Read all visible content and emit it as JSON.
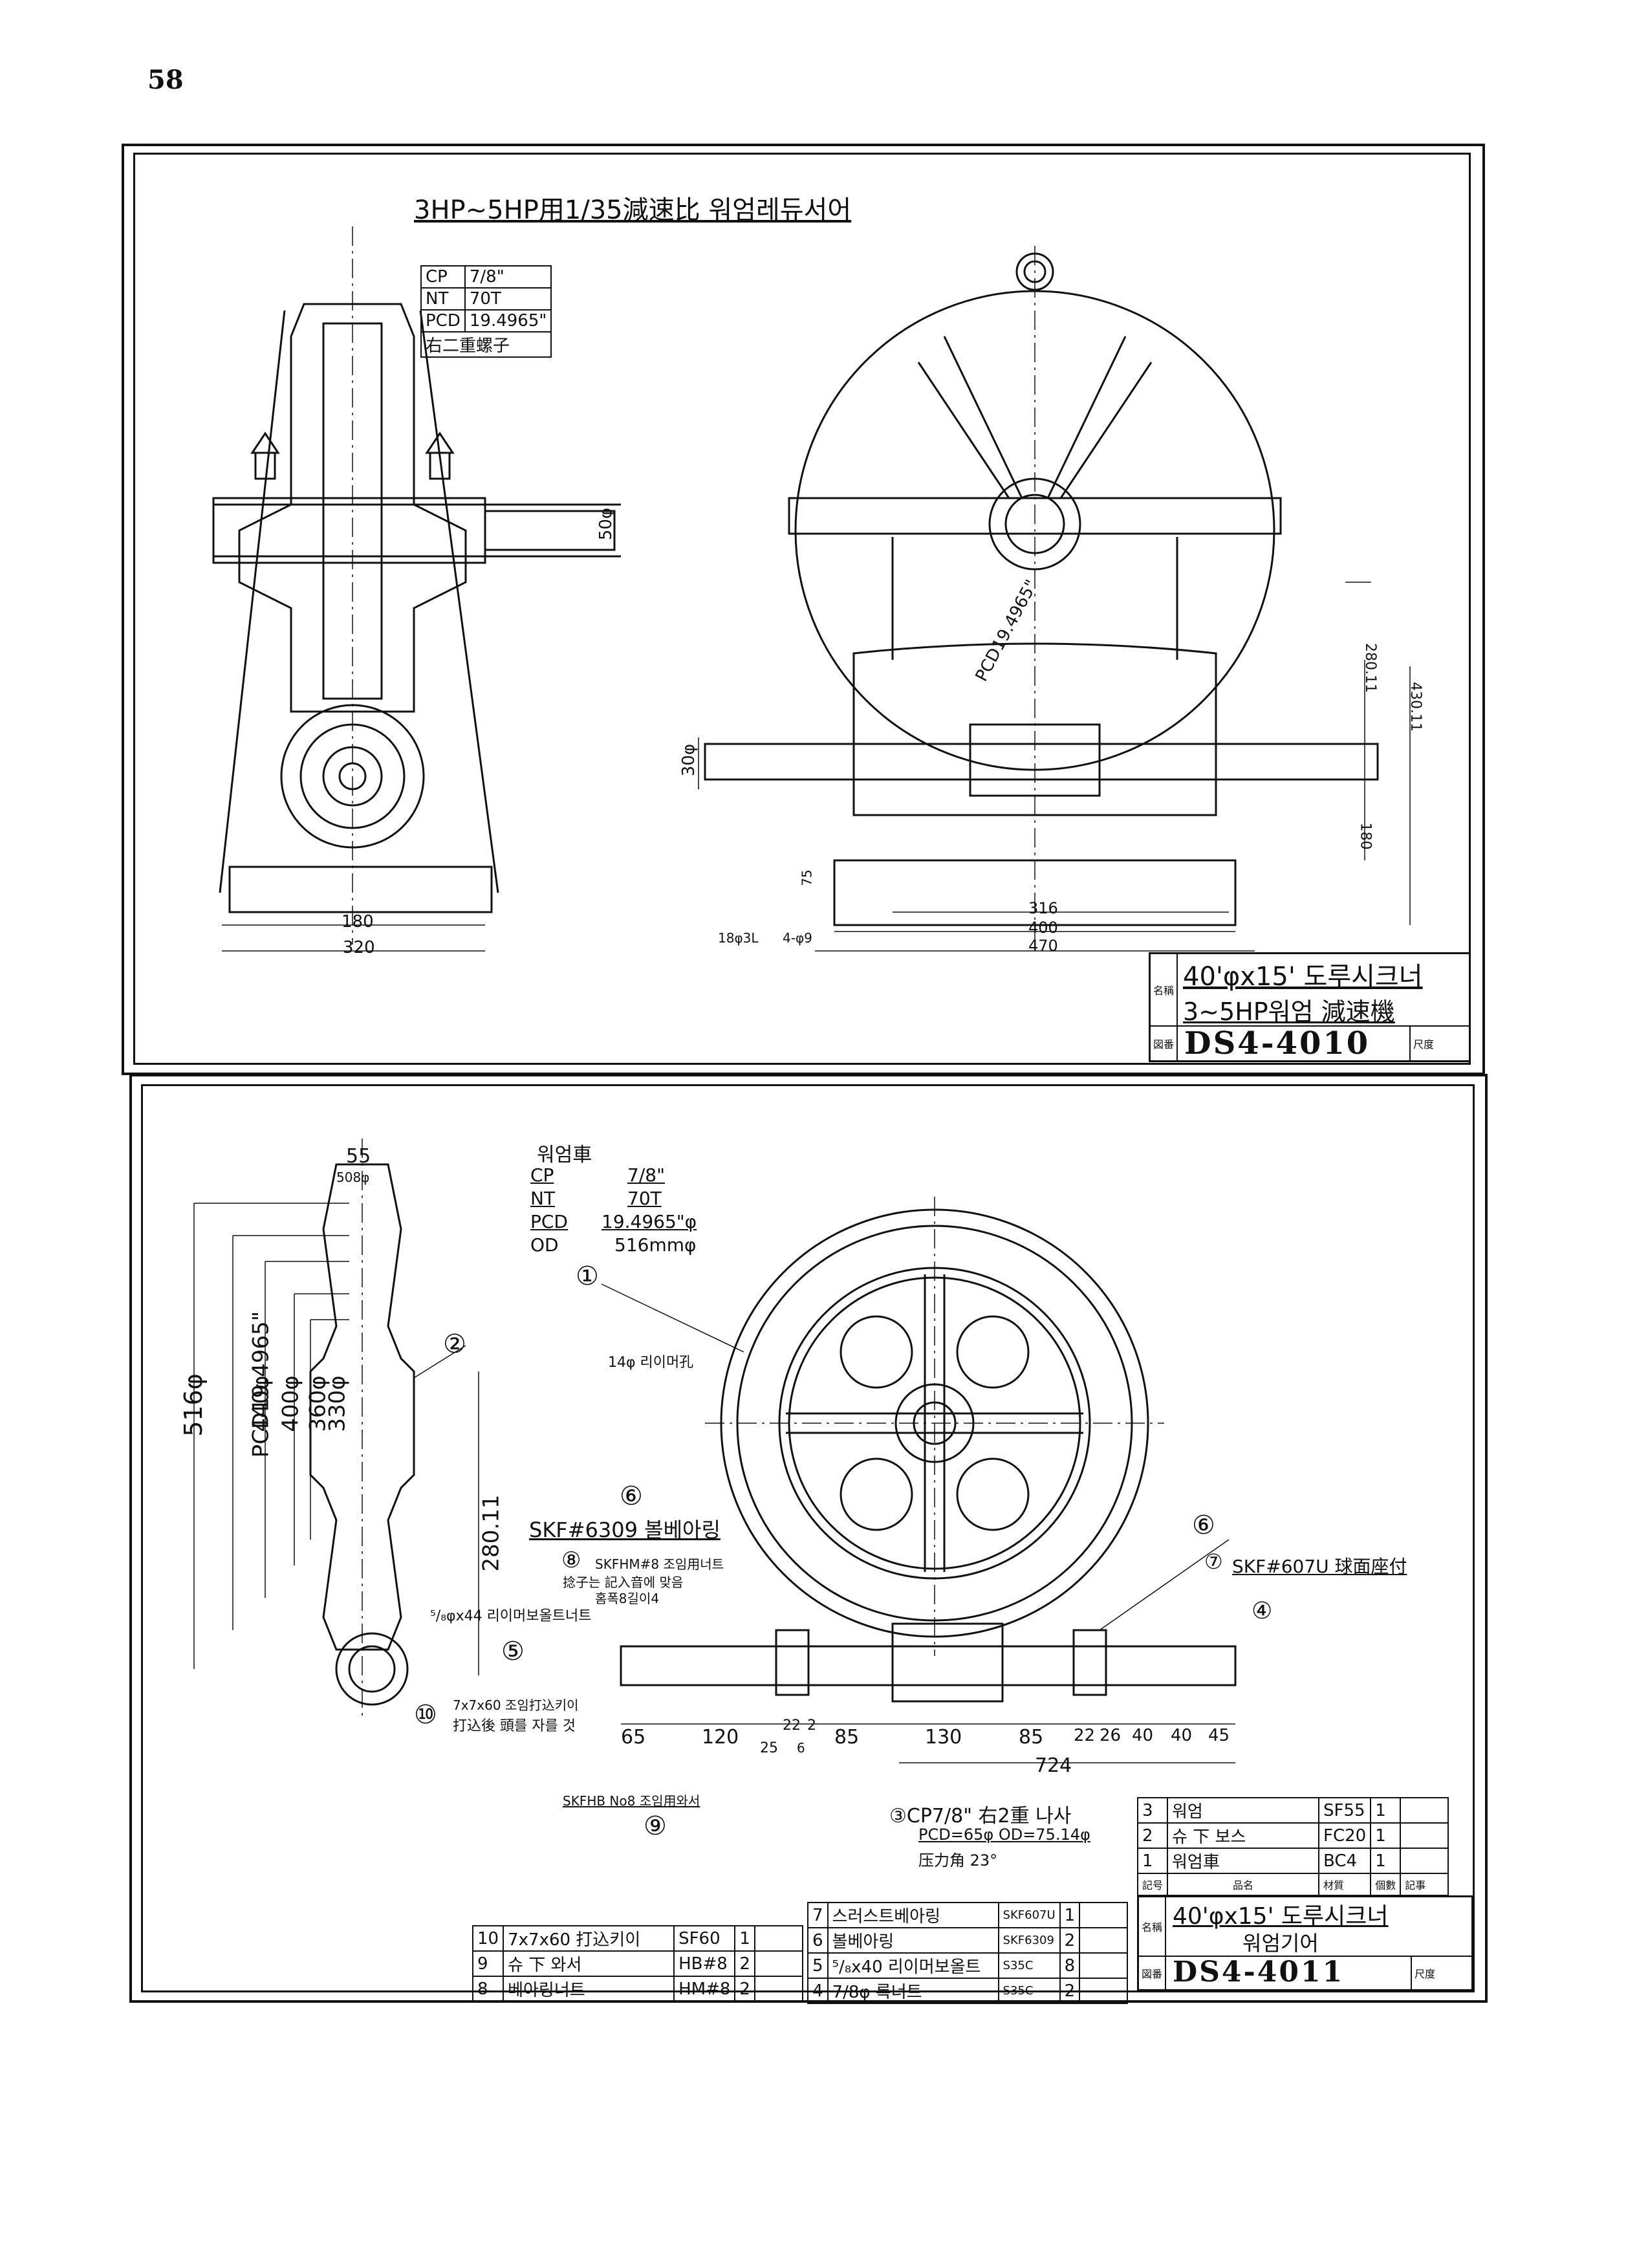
{
  "page_number": "58",
  "top_sheet": {
    "title": "3HP~5HP用1/35減速比 워엄레듀서어",
    "spec": [
      {
        "key": "CP",
        "value": "7/8\""
      },
      {
        "key": "NT",
        "value": "70T"
      },
      {
        "key": "PCD",
        "value": "19.4965\""
      },
      {
        "key": "",
        "value": "右二重螺子"
      }
    ],
    "dims": {
      "shaft_dia": "50φ",
      "left_shaft_dia": "30φ",
      "d180": "180",
      "d320": "320",
      "d316": "316",
      "d400": "400",
      "d470": "470",
      "h280": "280.11",
      "h430": "430.11",
      "h180": "180",
      "bolt": "18φ3L",
      "bolt2": "4-φ9",
      "pcd_label": "PCD19.4965\"",
      "d75": "75"
    },
    "titleblock": {
      "name_label": "名稱",
      "name1": "40'φx15' 도루시크너",
      "name2": "3~5HP워엄 減速機",
      "drawing_no_label": "図番",
      "drawing_no": "DS4-4010",
      "scale_label": "尺度"
    }
  },
  "bottom_sheet": {
    "spec_title": "워엄車",
    "spec": [
      {
        "key": "CP",
        "value": "7/8\""
      },
      {
        "key": "NT",
        "value": "70T"
      },
      {
        "key": "PCD",
        "value": "19.4965\"φ"
      },
      {
        "key": "OD",
        "value": "516mmφ"
      }
    ],
    "side_dims": [
      "516φ",
      "PCD19.4965\"",
      "440φ",
      "400φ",
      "360φ",
      "330φ",
      "280.11",
      "55",
      "508φ"
    ],
    "callouts": [
      {
        "num": "①",
        "text": ""
      },
      {
        "num": "②",
        "text": ""
      },
      {
        "num": "⑥",
        "text": "SKF#6309 볼베아링"
      },
      {
        "num": "⑧",
        "text": "SKFHM#8 조임用너트"
      },
      {
        "num": "⑥",
        "text": ""
      },
      {
        "num": "⑦",
        "text": "SKF#607U 球面座付"
      },
      {
        "num": "④",
        "text": ""
      },
      {
        "num": "⑤",
        "text": ""
      },
      {
        "num": "⑩",
        "text": "打込後 頭를 자를 것"
      },
      {
        "num": "⑨",
        "text": ""
      }
    ],
    "notes": {
      "hole": "14φ 리이머孔",
      "nut_note": "捻子는 記入音에 맞음",
      "nut_note2": "홈폭8길이4",
      "reamer_bolt": "⁵/₈φx44 리이머보올트너트",
      "key": "7x7x60 조임打込키이",
      "washer": "SKFHB No8 조임用와서",
      "worm_spec1": "③CP7/8\" 右2重 나사",
      "worm_spec2": "PCD=65φ OD=75.14φ",
      "worm_spec3": "压力角     23°"
    },
    "shaft_dims": [
      "65",
      "120",
      "25",
      "22",
      "2",
      "85",
      "130",
      "85",
      "22",
      "26",
      "40",
      "40",
      "45",
      "724",
      "6"
    ],
    "parts_right": [
      {
        "no": "3",
        "name": "워엄",
        "mat": "SF55",
        "qty": "1"
      },
      {
        "no": "2",
        "name": "슈 下 보스",
        "mat": "FC20",
        "qty": "1"
      },
      {
        "no": "1",
        "name": "워엄車",
        "mat": "BC4",
        "qty": "1"
      }
    ],
    "parts_header": {
      "no": "記号",
      "name": "品名",
      "mat": "材質",
      "qty": "個數",
      "note": "記事"
    },
    "parts_mid": [
      {
        "no": "7",
        "name": "스러스트베아링",
        "mat": "SKF607U",
        "qty": "1"
      },
      {
        "no": "6",
        "name": "볼베아링",
        "mat": "SKF6309",
        "qty": "2"
      },
      {
        "no": "5",
        "name": "⁵/₈x40 리이머보올트",
        "mat": "S35C",
        "qty": "8"
      },
      {
        "no": "4",
        "name": "7/8φ 록너트",
        "mat": "S35C",
        "qty": "2"
      }
    ],
    "parts_left": [
      {
        "no": "10",
        "name": "7x7x60 打込키이",
        "mat": "SF60",
        "qty": "1"
      },
      {
        "no": "9",
        "name": "슈 下 와서",
        "mat": "HB#8",
        "qty": "2"
      },
      {
        "no": "8",
        "name": "베아링너트",
        "mat": "HM#8",
        "qty": "2"
      }
    ],
    "titleblock": {
      "name_label": "名稱",
      "name1": "40'φx15' 도루시크너",
      "name2": "워엄기어",
      "drawing_no_label": "図番",
      "drawing_no": "DS4-4011",
      "scale_label": "尺度"
    }
  }
}
